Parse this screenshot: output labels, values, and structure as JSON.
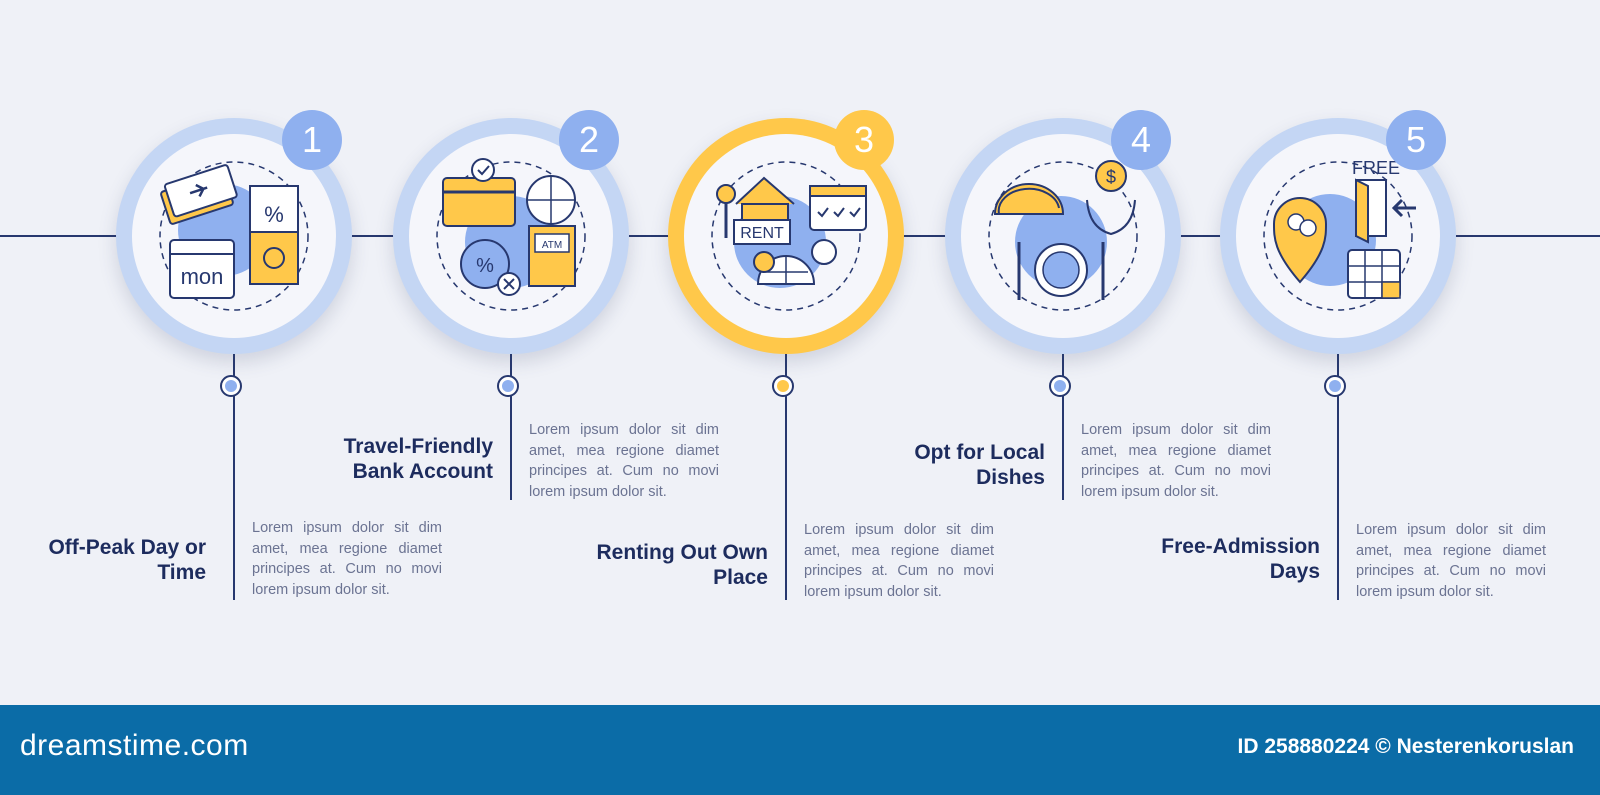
{
  "colors": {
    "navy": "#27386f",
    "blue_accent": "#8fb0ef",
    "ring_blue": "#c4d6f4",
    "highlight_yellow": "#ffc84a",
    "footer_blue": "#0b6ca7",
    "background": "#eff1f7"
  },
  "steps": [
    {
      "number": "1",
      "title": "Off-Peak Day or Time",
      "description": "Lorem ipsum dolor sit dim amet, mea regione diamet principes at. Cum no movi lorem ipsum dolor sit.",
      "icon": "tickets-calendar-discount-icon",
      "icon_text": [
        "%",
        "mon"
      ]
    },
    {
      "number": "2",
      "title": "Travel-Friendly Bank Account",
      "description": "Lorem ipsum dolor sit dim amet, mea regione diamet principes at. Cum no movi lorem ipsum dolor sit.",
      "icon": "bank-card-atm-icon",
      "icon_text": [
        "ATM",
        "%"
      ]
    },
    {
      "number": "3",
      "title": "Renting Out Own Place",
      "description": "Lorem ipsum dolor sit dim amet, mea regione diamet principes at. Cum no movi lorem ipsum dolor sit.",
      "icon": "house-rent-globe-icon",
      "icon_text": [
        "RENT"
      ]
    },
    {
      "number": "4",
      "title": "Opt for Local Dishes",
      "description": "Lorem ipsum dolor sit dim amet, mea regione diamet principes at. Cum no movi lorem ipsum dolor sit.",
      "icon": "taco-plate-money-icon",
      "icon_text": [
        "$"
      ]
    },
    {
      "number": "5",
      "title": "Free-Admission Days",
      "description": "Lorem ipsum dolor sit dim amet, mea regione diamet principes at. Cum no movi lorem ipsum dolor sit.",
      "icon": "theater-pin-free-entry-icon",
      "icon_text": [
        "FREE"
      ]
    }
  ],
  "footer": {
    "brand": "dreamstime.com",
    "credit": "ID 258880224 © Nesterenkoruslan"
  }
}
